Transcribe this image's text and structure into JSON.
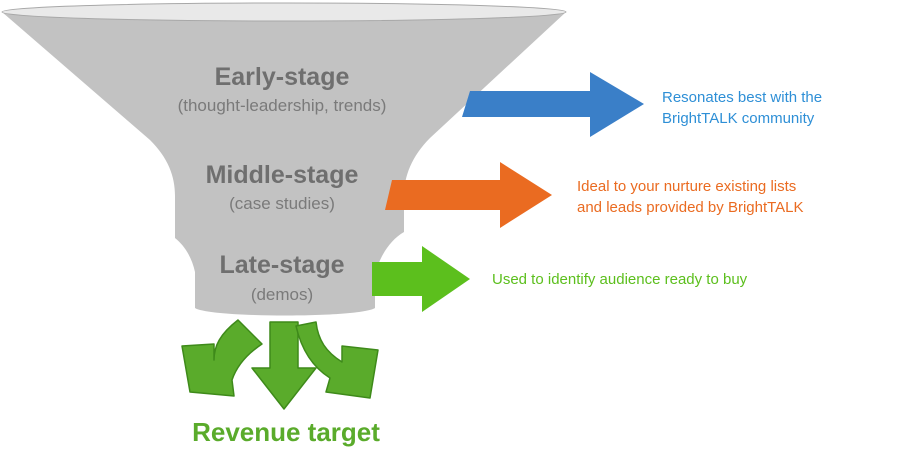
{
  "colors": {
    "funnel_body": "#c2c2c2",
    "funnel_rim": "#e9e9e9",
    "funnel_rim_stroke": "#a8a8a8",
    "early_arrow": "#3a7fc8",
    "middle_arrow": "#ea6b21",
    "late_arrow": "#5cbf1d",
    "output_arrow": "#5aab2b",
    "output_arrow_edge": "#3e8a1a",
    "revenue_text": "#5aab2b"
  },
  "stages": [
    {
      "key": "early",
      "title": "Early-stage",
      "subtitle": "(thought-leadership, trends)",
      "note_lines": [
        "Resonates best with the",
        "BrightTALK community"
      ],
      "note_color": "#2e8fd6"
    },
    {
      "key": "middle",
      "title": "Middle-stage",
      "subtitle": "(case studies)",
      "note_lines": [
        "Ideal to your nurture existing lists",
        "and leads provided by BrightTALK"
      ],
      "note_color": "#ea6b21"
    },
    {
      "key": "late",
      "title": "Late-stage",
      "subtitle": "(demos)",
      "note_lines": [
        "Used to identify audience ready to buy"
      ],
      "note_color": "#5cbf1d"
    }
  ],
  "outcome": {
    "label": "Revenue target"
  }
}
